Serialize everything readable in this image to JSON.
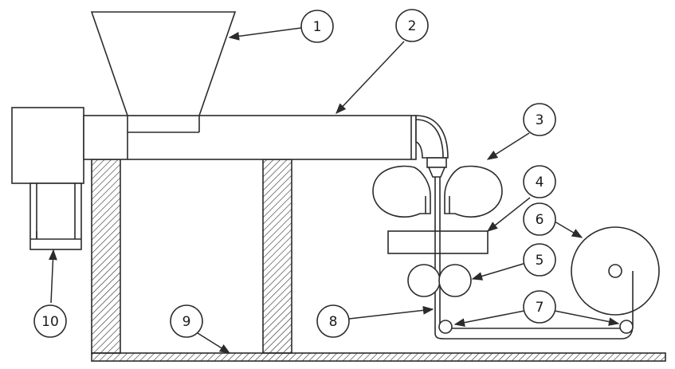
{
  "callouts": [
    {
      "id": "1",
      "label": "1"
    },
    {
      "id": "2",
      "label": "2"
    },
    {
      "id": "3",
      "label": "3"
    },
    {
      "id": "4",
      "label": "4"
    },
    {
      "id": "5",
      "label": "5"
    },
    {
      "id": "6",
      "label": "6"
    },
    {
      "id": "7",
      "label": "7"
    },
    {
      "id": "8",
      "label": "8"
    },
    {
      "id": "9",
      "label": "9"
    },
    {
      "id": "10",
      "label": "10"
    }
  ],
  "colors": {
    "line": "#2b2b2b",
    "background": "#ffffff"
  }
}
